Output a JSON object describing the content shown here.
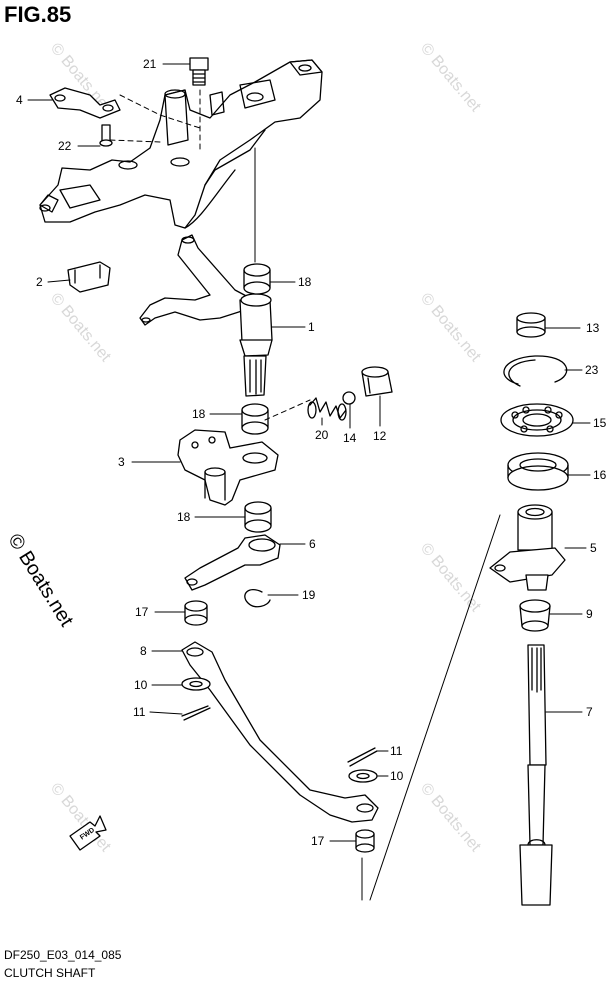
{
  "figure": {
    "title": "FIG.85",
    "model_code": "DF250_E03_014_085",
    "name": "CLUTCH SHAFT",
    "watermark": "© Boats.net",
    "fwd_label": "FWD"
  },
  "callouts": [
    {
      "id": "21",
      "label": "21"
    },
    {
      "id": "4",
      "label": "4"
    },
    {
      "id": "22",
      "label": "22"
    },
    {
      "id": "2",
      "label": "2"
    },
    {
      "id": "18a",
      "label": "18"
    },
    {
      "id": "1",
      "label": "1"
    },
    {
      "id": "18b",
      "label": "18"
    },
    {
      "id": "3",
      "label": "3"
    },
    {
      "id": "20",
      "label": "20"
    },
    {
      "id": "14",
      "label": "14"
    },
    {
      "id": "12",
      "label": "12"
    },
    {
      "id": "18c",
      "label": "18"
    },
    {
      "id": "6",
      "label": "6"
    },
    {
      "id": "19",
      "label": "19"
    },
    {
      "id": "17a",
      "label": "17"
    },
    {
      "id": "8",
      "label": "8"
    },
    {
      "id": "10a",
      "label": "10"
    },
    {
      "id": "11a",
      "label": "11"
    },
    {
      "id": "11b",
      "label": "11"
    },
    {
      "id": "10b",
      "label": "10"
    },
    {
      "id": "17b",
      "label": "17"
    },
    {
      "id": "13",
      "label": "13"
    },
    {
      "id": "23",
      "label": "23"
    },
    {
      "id": "15",
      "label": "15"
    },
    {
      "id": "16",
      "label": "16"
    },
    {
      "id": "5",
      "label": "5"
    },
    {
      "id": "9",
      "label": "9"
    },
    {
      "id": "7",
      "label": "7"
    }
  ]
}
